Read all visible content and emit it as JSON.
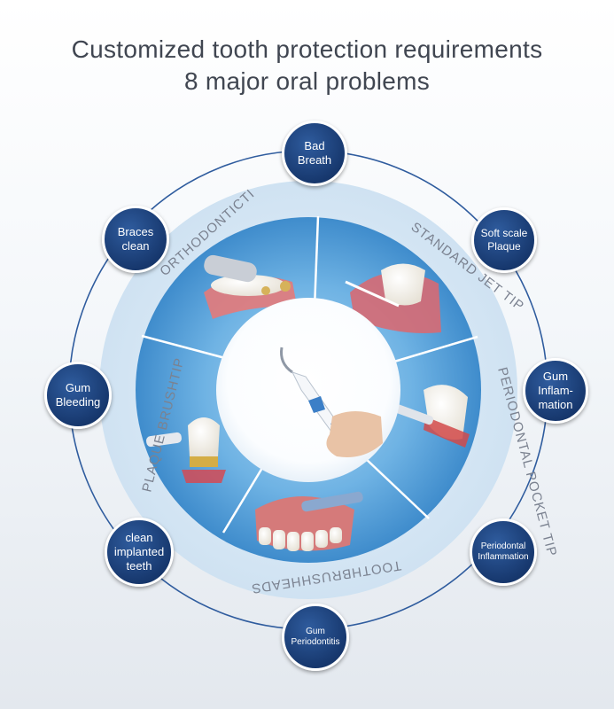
{
  "header": {
    "title_line1": "Customized tooth protection requirements",
    "title_line2": "8 major oral problems"
  },
  "tips": {
    "orthodontic": "ORTHODONTICTI",
    "standard_jet": "STANDARD JET TIP",
    "periodontal_pocket": "PERIODONTAL POCKET TIP",
    "toothbrush_heads": "TOOTHBRUSHHEADS",
    "plaque_brush": "PLAQUE BRUSHTIP"
  },
  "problems": {
    "bad_breath": "Bad\nBreath",
    "soft_scale": "Soft scale\nPlaque",
    "gum_inflammation": "Gum\nInflam-\nmation",
    "periodontal_inflammation": "Periodontal\nInflammation",
    "gum_periodontitis": "Gum\nPeriodontitis",
    "clean_implanted": "clean\nimplanted\nteeth",
    "gum_bleeding": "Gum\nBleeding",
    "braces_clean": "Braces\nclean"
  },
  "colors": {
    "node_navy": "#17386e",
    "ring_line": "#2f5c9e",
    "sector_blue": "#5aa4dc"
  }
}
